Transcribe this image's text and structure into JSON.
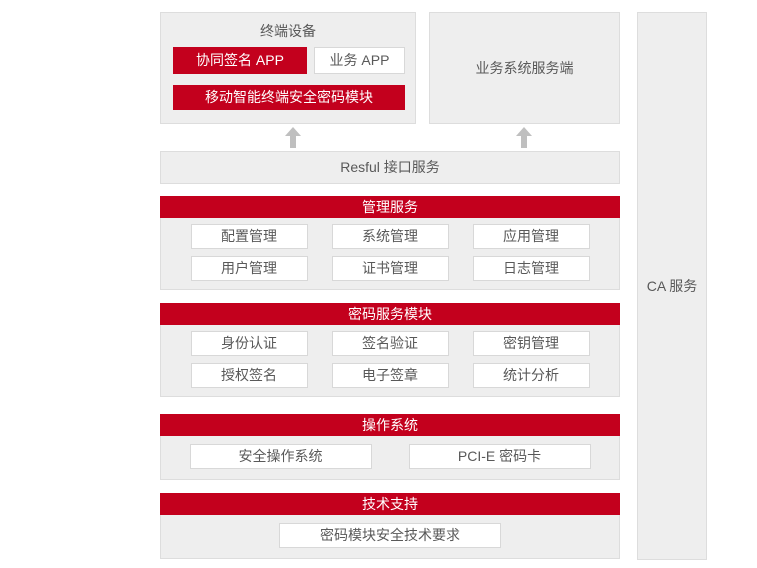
{
  "palette": {
    "accent_red": "#c3001d",
    "panel_gray": "#eeeeee",
    "panel_border": "#dddddd",
    "item_border": "#d8d8d8",
    "text_dark": "#595959",
    "arrow_gray": "#bfbfbf"
  },
  "terminal": {
    "title": "终端设备",
    "apps": [
      {
        "label": "协同签名 APP"
      },
      {
        "label": "业务 APP"
      }
    ],
    "module_label": "移动智能终端安全密码模块"
  },
  "business_server": {
    "label": "业务系统服务端"
  },
  "interface_bar": {
    "label": "Resful 接口服务"
  },
  "ca_service": {
    "label": "CA 服务"
  },
  "sections": [
    {
      "id": "management-services",
      "title": "管理服务",
      "cols": 3,
      "items": [
        "配置管理",
        "系统管理",
        "应用管理",
        "用户管理",
        "证书管理",
        "日志管理"
      ]
    },
    {
      "id": "crypto-service-module",
      "title": "密码服务模块",
      "cols": 3,
      "items": [
        "身份认证",
        "签名验证",
        "密钥管理",
        "授权签名",
        "电子签章",
        "统计分析"
      ]
    },
    {
      "id": "operating-system",
      "title": "操作系统",
      "cols": 2,
      "items": [
        "安全操作系统",
        "PCI-E 密码卡"
      ]
    },
    {
      "id": "technical-support",
      "title": "技术支持",
      "cols": 1,
      "items": [
        "密码模块安全技术要求"
      ]
    }
  ]
}
